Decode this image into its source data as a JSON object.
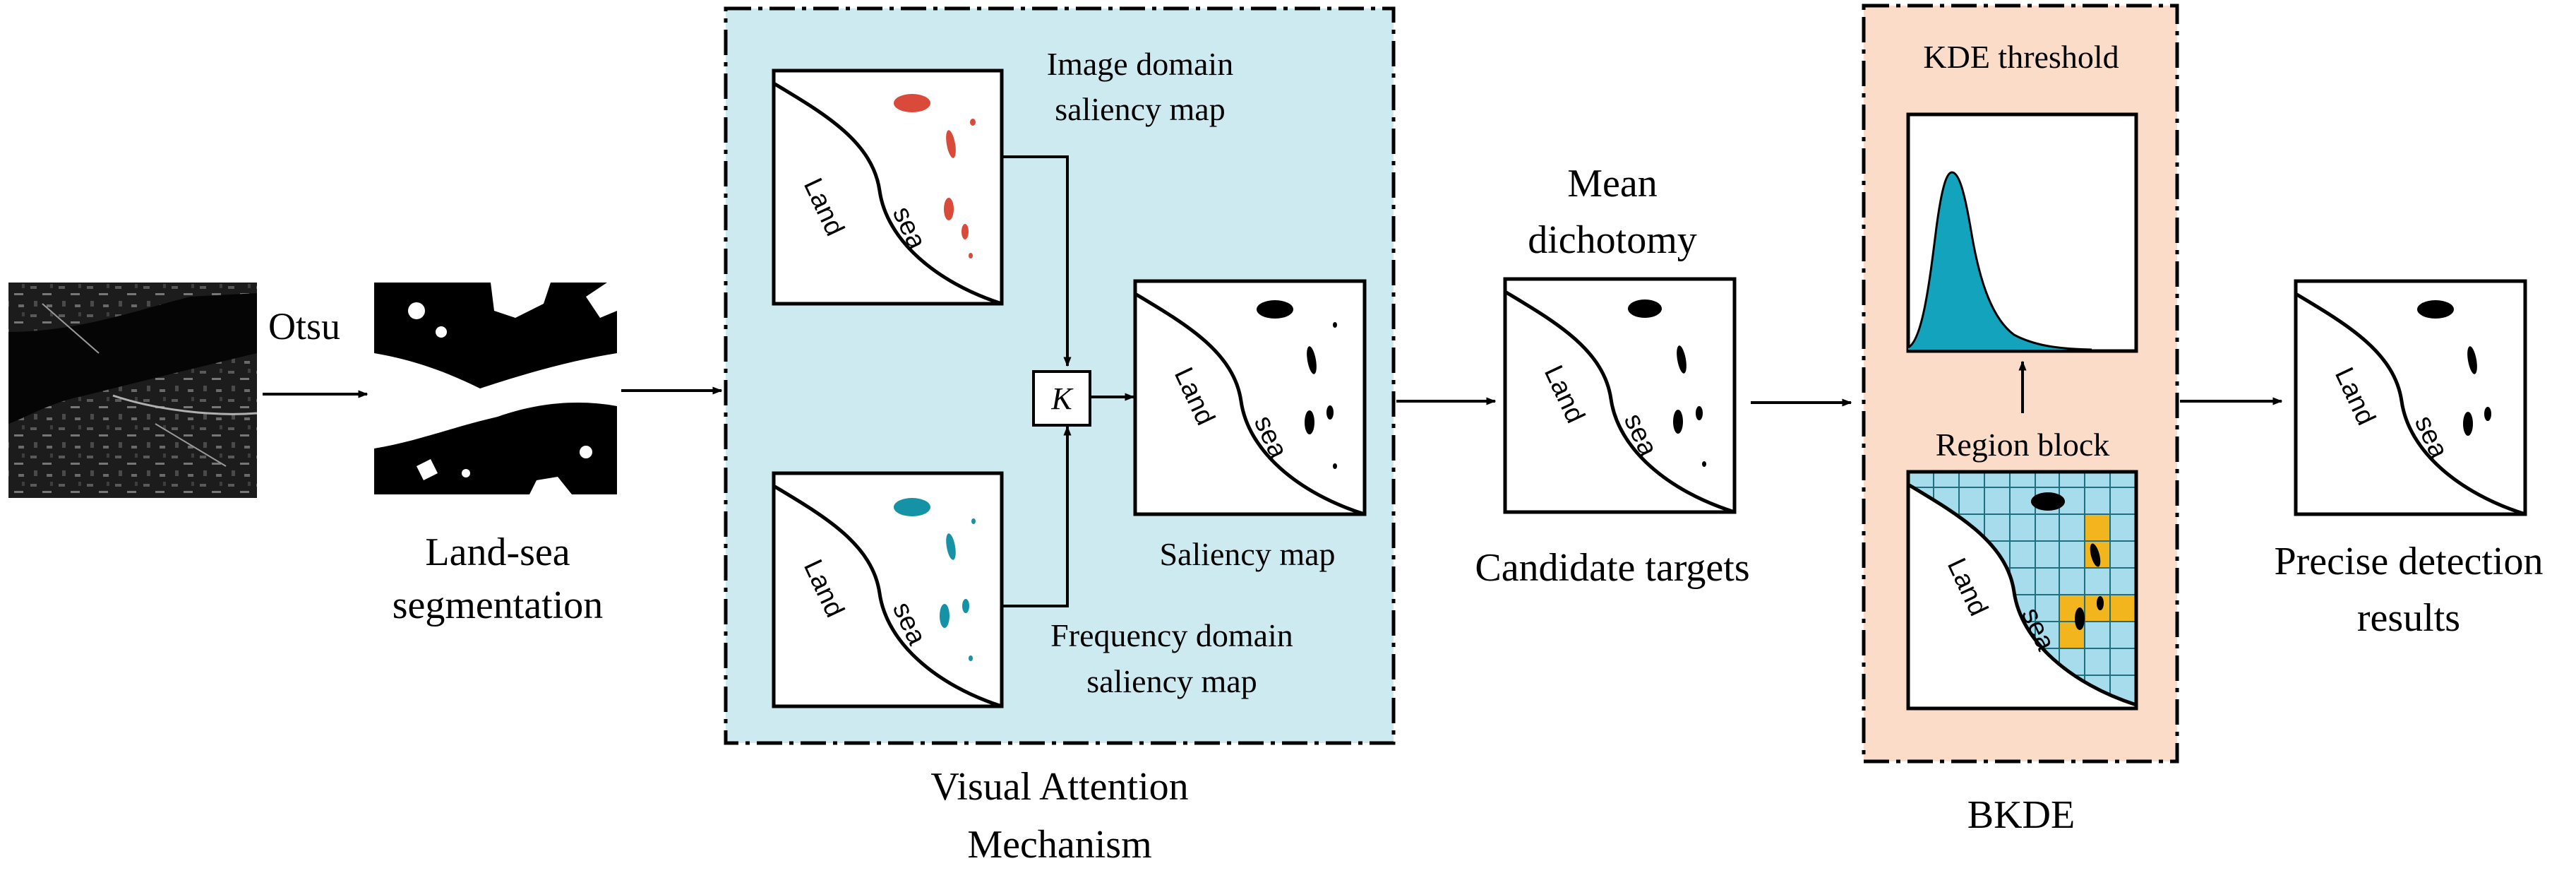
{
  "steps": {
    "otsu": "Otsu",
    "land_sea_segmentation": [
      "Land-sea",
      "segmentation"
    ],
    "image_domain_saliency": [
      "Image domain",
      "saliency map"
    ],
    "frequency_domain_saliency": [
      "Frequency domain",
      "saliency map"
    ],
    "saliency_map": "Saliency map",
    "fusion_symbol": "K",
    "visual_attention": [
      "Visual Attention",
      "Mechanism"
    ],
    "mean_dichotomy": [
      "Mean",
      "dichotomy"
    ],
    "candidate_targets": "Candidate targets",
    "kde_threshold": "KDE threshold",
    "region_block": "Region block",
    "bkde": "BKDE",
    "precise_detection": [
      "Precise detection",
      "results"
    ]
  },
  "map_labels": {
    "land": "Land",
    "sea": "sea"
  },
  "colors": {
    "vam_panel_bg": "#cdeaf1",
    "bkde_panel_bg": "#fbdcc8",
    "image_domain_targets": "#d94a3a",
    "frequency_domain_targets": "#1592a6",
    "kde_curve_fill": "#14a3bd",
    "grid_cell": "#a6dcec",
    "grid_highlight": "#f2b51d",
    "targets": "#000000"
  },
  "icons": {
    "satellite": "satellite-image-icon",
    "binary": "segmentation-mask-icon"
  }
}
